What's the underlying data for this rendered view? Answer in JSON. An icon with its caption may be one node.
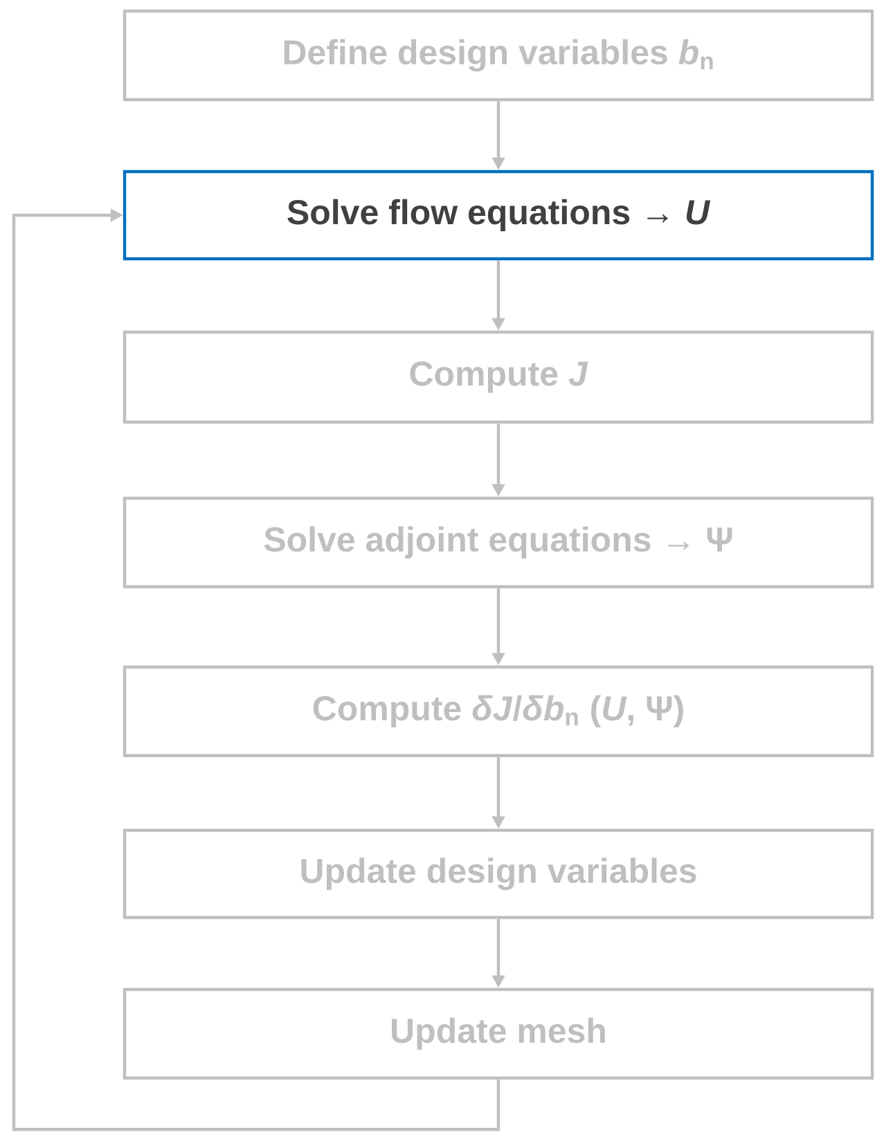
{
  "diagram": {
    "nodes": [
      {
        "text": [
          "Define design variables *b*$_{n}$"
        ]
      },
      {
        "text": [
          "Solve flow equations → *U*"
        ]
      },
      {
        "text": [
          "Compute *J*"
        ]
      },
      {
        "text": [
          "Solve adjoint equations → Ψ"
        ]
      },
      {
        "text": [
          "Compute *δJ*/*δb*$_{n}$ (*U*, Ψ)"
        ]
      },
      {
        "text": [
          "Update design variables"
        ]
      },
      {
        "text": [
          "Update mesh"
        ]
      }
    ],
    "edges": [
      {
        "from": 0,
        "to": 1,
        "arrow": "to"
      },
      {
        "from": 1,
        "to": 2,
        "arrow": "to"
      },
      {
        "from": 2,
        "to": 3,
        "arrow": "to"
      },
      {
        "from": 3,
        "to": 4,
        "arrow": "to"
      },
      {
        "from": 4,
        "to": 5,
        "arrow": "to"
      },
      {
        "from": 5,
        "to": 6,
        "arrow": "to"
      },
      {
        "from": 6,
        "to": 1,
        "arrow": "to"
      }
    ]
  }
}
